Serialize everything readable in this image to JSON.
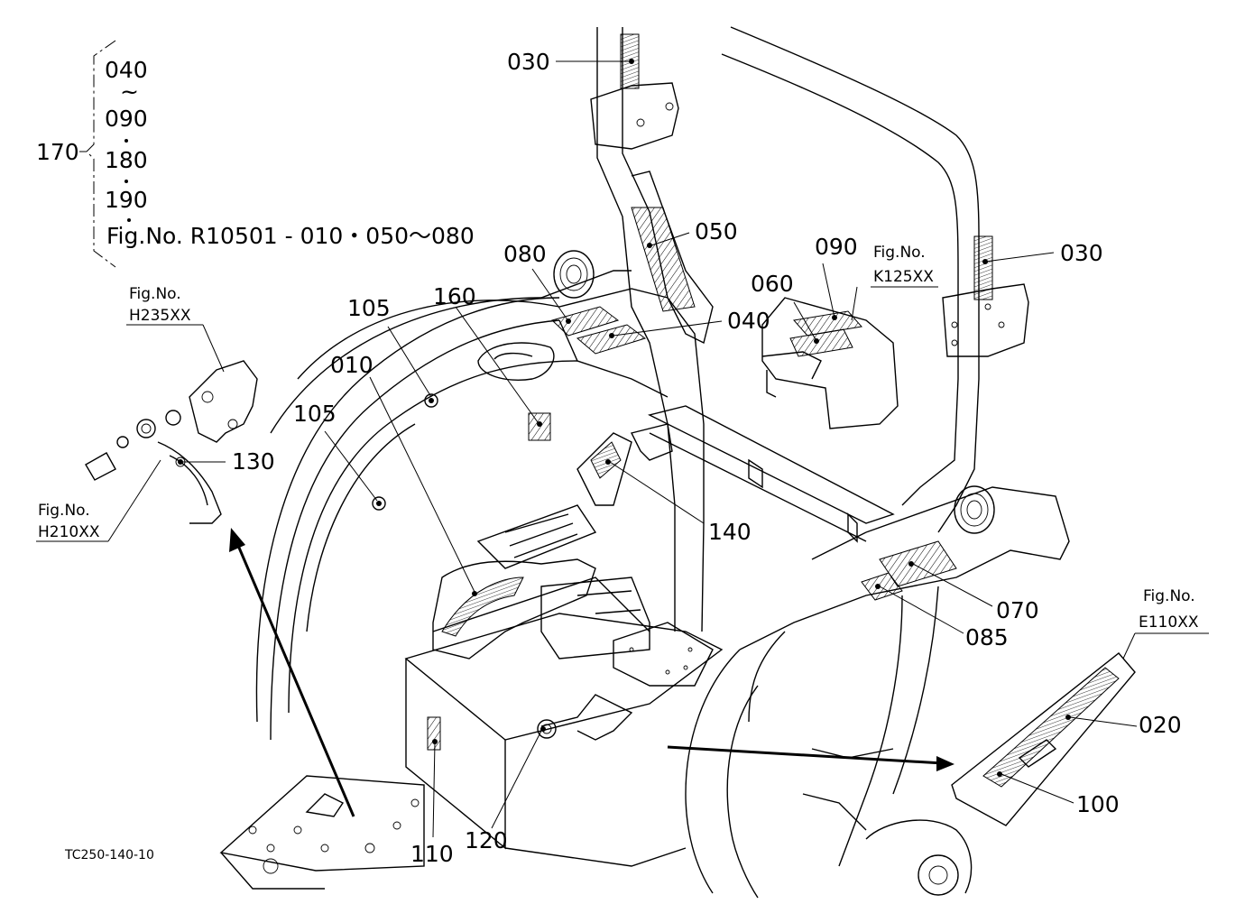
{
  "drawing_id": "TC250-140-10",
  "bracket_group": {
    "number": "170",
    "items": [
      "040",
      "~",
      "090",
      "180",
      "190"
    ],
    "reference": "Fig.No. R10501 - 010・050～080"
  },
  "fig_refs": {
    "h235": {
      "title": "Fig.No.",
      "code": "H235XX"
    },
    "h210": {
      "title": "Fig.No.",
      "code": "H210XX"
    },
    "k125": {
      "title": "Fig.No.",
      "code": "K125XX"
    },
    "e110": {
      "title": "Fig.No.",
      "code": "E110XX"
    }
  },
  "callouts": {
    "c030a": "030",
    "c030b": "030",
    "c050": "050",
    "c080": "080",
    "c040": "040",
    "c090": "090",
    "c060": "060",
    "c105a": "105",
    "c105b": "105",
    "c160": "160",
    "c010": "010",
    "c130": "130",
    "c140": "140",
    "c070": "070",
    "c085": "085",
    "c020": "020",
    "c100": "100",
    "c110": "110",
    "c120": "120"
  }
}
